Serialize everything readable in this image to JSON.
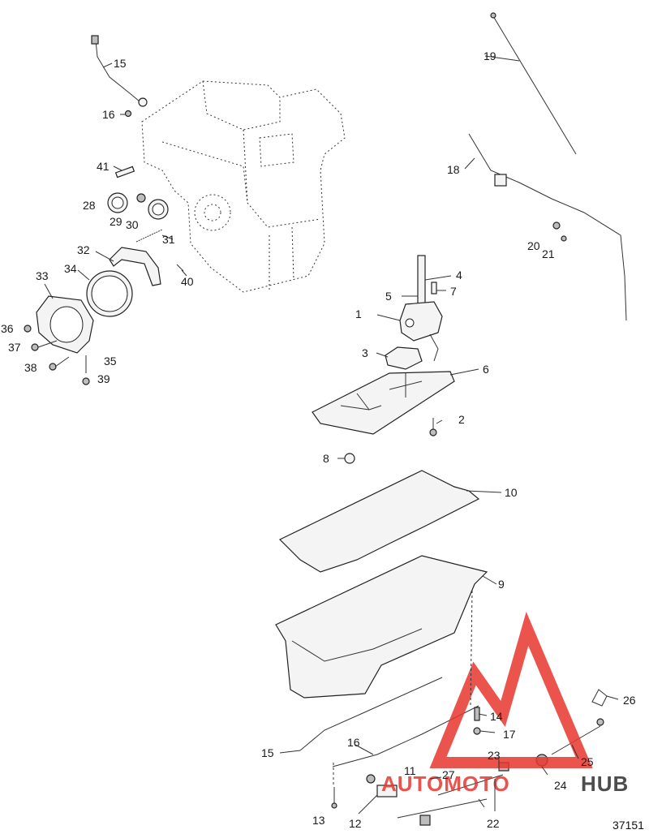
{
  "callouts": [
    {
      "id": "c1",
      "label": "1"
    },
    {
      "id": "c2",
      "label": "2"
    },
    {
      "id": "c3",
      "label": "3"
    },
    {
      "id": "c4",
      "label": "4"
    },
    {
      "id": "c5",
      "label": "5"
    },
    {
      "id": "c6",
      "label": "6"
    },
    {
      "id": "c7",
      "label": "7"
    },
    {
      "id": "c8",
      "label": "8"
    },
    {
      "id": "c9",
      "label": "9"
    },
    {
      "id": "c10",
      "label": "10"
    },
    {
      "id": "c11",
      "label": "11"
    },
    {
      "id": "c12",
      "label": "12"
    },
    {
      "id": "c13",
      "label": "13"
    },
    {
      "id": "c14",
      "label": "14"
    },
    {
      "id": "c15a",
      "label": "15"
    },
    {
      "id": "c15b",
      "label": "15"
    },
    {
      "id": "c16a",
      "label": "16"
    },
    {
      "id": "c16b",
      "label": "16"
    },
    {
      "id": "c17",
      "label": "17"
    },
    {
      "id": "c18",
      "label": "18"
    },
    {
      "id": "c19",
      "label": "19"
    },
    {
      "id": "c20",
      "label": "20"
    },
    {
      "id": "c21",
      "label": "21"
    },
    {
      "id": "c22",
      "label": "22"
    },
    {
      "id": "c23",
      "label": "23"
    },
    {
      "id": "c24",
      "label": "24"
    },
    {
      "id": "c25",
      "label": "25"
    },
    {
      "id": "c26",
      "label": "26"
    },
    {
      "id": "c27",
      "label": "27"
    },
    {
      "id": "c28",
      "label": "28"
    },
    {
      "id": "c29",
      "label": "29"
    },
    {
      "id": "c30",
      "label": "30"
    },
    {
      "id": "c31",
      "label": "31"
    },
    {
      "id": "c32",
      "label": "32"
    },
    {
      "id": "c33",
      "label": "33"
    },
    {
      "id": "c34",
      "label": "34"
    },
    {
      "id": "c35",
      "label": "35"
    },
    {
      "id": "c36",
      "label": "36"
    },
    {
      "id": "c37",
      "label": "37"
    },
    {
      "id": "c38",
      "label": "38"
    },
    {
      "id": "c39",
      "label": "39"
    },
    {
      "id": "c40",
      "label": "40"
    },
    {
      "id": "c41",
      "label": "41"
    }
  ],
  "watermark": {
    "brand_red": "AUTOMOTO",
    "brand_dark": "HUB",
    "red_color": "#e8352e",
    "dark_color": "#3a3a3a"
  },
  "document_number": "37151"
}
